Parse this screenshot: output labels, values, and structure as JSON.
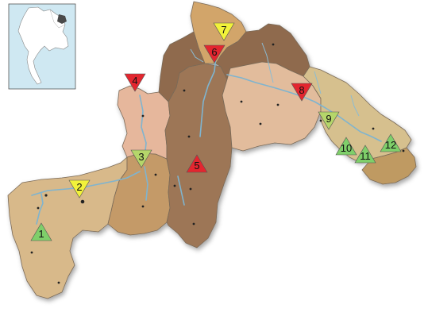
{
  "markers": [
    {
      "label": "1",
      "color": "#7fcf6a",
      "shape": "up"
    },
    {
      "label": "2",
      "color": "#f2f23a",
      "shape": "down"
    },
    {
      "label": "3",
      "color": "#b5d66a",
      "shape": "down"
    },
    {
      "label": "4",
      "color": "#e3262f",
      "shape": "down"
    },
    {
      "label": "5",
      "color": "#e3262f",
      "shape": "up"
    },
    {
      "label": "6",
      "color": "#e3262f",
      "shape": "down"
    },
    {
      "label": "7",
      "color": "#f2f23a",
      "shape": "down"
    },
    {
      "label": "8",
      "color": "#e3262f",
      "shape": "down"
    },
    {
      "label": "9",
      "color": "#b5d66a",
      "shape": "down"
    },
    {
      "label": "10",
      "color": "#7fcf6a",
      "shape": "up"
    },
    {
      "label": "11",
      "color": "#7fcf6a",
      "shape": "up"
    },
    {
      "label": "12",
      "color": "#7fcf6a",
      "shape": "up"
    }
  ],
  "region_colors": {
    "southwest": "#d8b98a",
    "west_central": "#c49a68",
    "north_west": "#e6b79c",
    "central_main": "#9d7657",
    "north_peak": "#d2a56b",
    "north_brown": "#8f6a4e",
    "east_center": "#e2bc9c",
    "east_strip": "#d6c08e",
    "east_tip": "#bf9a62"
  },
  "inset": {
    "water_color": "#cfe8f2",
    "land_color": "#ffffff",
    "highlight_color": "#4a4a4a"
  }
}
